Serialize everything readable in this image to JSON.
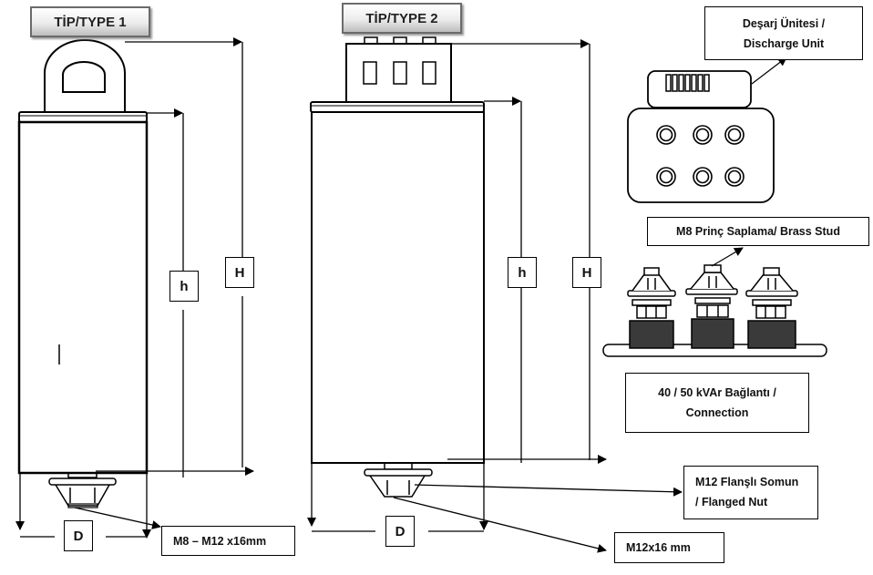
{
  "types": [
    {
      "label": "TİP/TYPE 1"
    },
    {
      "label": "TİP/TYPE 2"
    }
  ],
  "dimensions": {
    "type1": {
      "height_small": "h",
      "height_total": "H",
      "diameter": "D"
    },
    "type2": {
      "height_small": "h",
      "height_total": "H",
      "diameter": "D"
    }
  },
  "callouts": {
    "discharge_unit": {
      "line1": "Deşarj Ünitesi /",
      "line2": "Discharge Unit"
    },
    "brass_stud": {
      "text": "M8 Prinç  Saplama/ Brass Stud"
    },
    "connection": {
      "line1": "40 / 50 kVAr Bağlantı /",
      "line2": "Connection"
    },
    "flanged_nut": {
      "line1": "M12 Flanşlı Somun",
      "line2": "/ Flanged Nut"
    },
    "type1_stud": {
      "text": "M8 – M12 x16mm"
    },
    "type2_stud": {
      "text": "M12x16 mm"
    }
  },
  "colors": {
    "line": "#000000",
    "terminal_block": "#3a3a3a",
    "label_border": "#6b6b6b"
  }
}
